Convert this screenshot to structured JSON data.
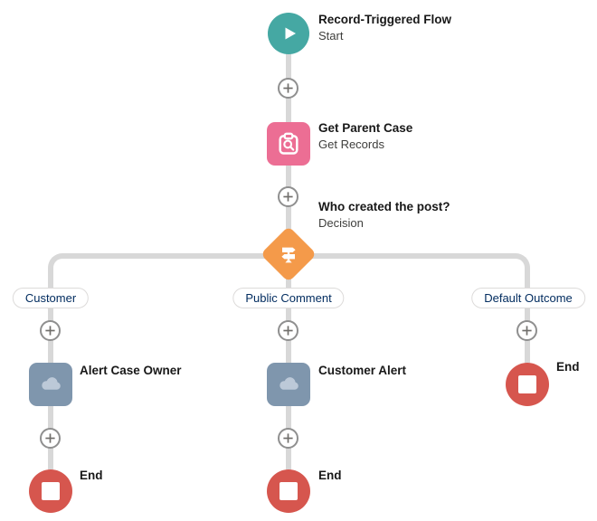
{
  "app": "flow-builder-canvas",
  "colors": {
    "start_node": "#45a8a3",
    "get_records_node": "#ec6e94",
    "decision_node": "#f49a4a",
    "action_node": "#7f96ad",
    "action_cloud_icon": "#bcc9d8",
    "end_node": "#d6564e",
    "connector": "#d8d8d8",
    "add_button_border": "#8f8f8f",
    "title_text": "#181818",
    "subtitle_text": "#3e3e3c",
    "branch_pill_text": "#032d60"
  },
  "nodes": {
    "start": {
      "title": "Record-Triggered Flow",
      "subtitle": "Start"
    },
    "get_parent_case": {
      "title": "Get Parent Case",
      "subtitle": "Get Records"
    },
    "decision": {
      "title": "Who created the post?",
      "subtitle": "Decision"
    },
    "branch_customer": {
      "label": "Customer",
      "action_title": "Alert Case Owner",
      "end_label": "End"
    },
    "branch_public_comment": {
      "label": "Public Comment",
      "action_title": "Customer Alert",
      "end_label": "End"
    },
    "branch_default": {
      "label": "Default Outcome",
      "end_label": "End"
    }
  }
}
